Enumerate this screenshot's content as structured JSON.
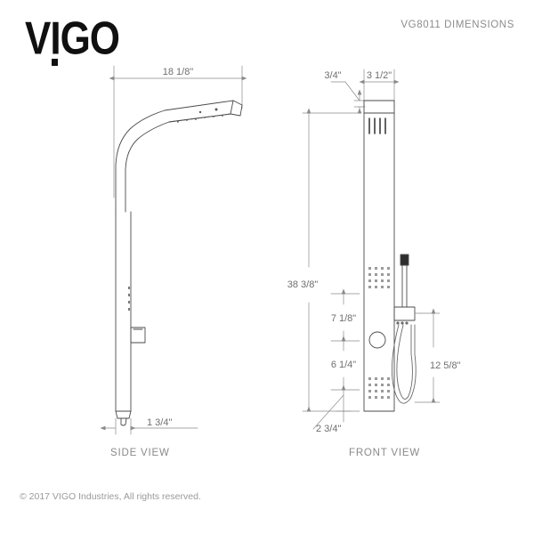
{
  "header": {
    "logo": "VIGO",
    "doc_title": "VG8011 DIMENSIONS"
  },
  "footer": {
    "copyright": "© 2017 VIGO Industries, All rights reserved."
  },
  "views": {
    "side": {
      "caption": "SIDE VIEW",
      "dimensions": {
        "arm_reach": "18 1/8\"",
        "panel_depth": "1 3/4\""
      }
    },
    "front": {
      "caption": "FRONT VIEW",
      "dimensions": {
        "top_offset": "3/4\"",
        "panel_width": "3 1/2\"",
        "overall_height": "38 3/8\"",
        "upper_segment": "7 1/8\"",
        "lower_segment": "6 1/4\"",
        "base_offset": "2 3/4\"",
        "hose_drop": "12 5/8\""
      }
    }
  },
  "colors": {
    "line": "#4a4a4a",
    "dim_line": "#8a8a8a",
    "text": "#6f6f6f",
    "title": "#8c8c8c",
    "logo": "#101010"
  }
}
